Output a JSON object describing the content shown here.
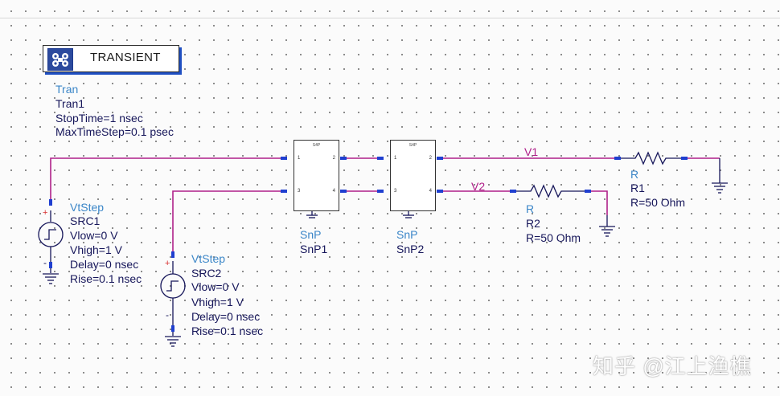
{
  "transient": {
    "title": "TRANSIENT",
    "type": "Tran",
    "name": "Tran1",
    "stop_time": "StopTime=1 nsec",
    "max_time_step": "MaxTimeStep=0.1 psec"
  },
  "sources": [
    {
      "type": "VtStep",
      "name": "SRC1",
      "vlow": "Vlow=0 V",
      "vhigh": "Vhigh=1 V",
      "delay": "Delay=0 nsec",
      "rise": "Rise=0.1 nsec",
      "plus": "+",
      "minus": "-"
    },
    {
      "type": "VtStep",
      "name": "SRC2",
      "vlow": "Vlow=0 V",
      "vhigh": "Vhigh=1 V",
      "delay": "Delay=0 nsec",
      "rise": "Rise=0.1 nsec",
      "plus": "+",
      "minus": "-"
    }
  ],
  "snp": [
    {
      "type": "SnP",
      "name": "SnP1",
      "header": "S4P",
      "pins": [
        "1",
        "2",
        "3",
        "4"
      ]
    },
    {
      "type": "SnP",
      "name": "SnP2",
      "header": "S4P",
      "pins": [
        "1",
        "2",
        "3",
        "4"
      ]
    }
  ],
  "resistors": [
    {
      "type": "R",
      "name": "R1",
      "value": "R=50 Ohm"
    },
    {
      "type": "R",
      "name": "R2",
      "value": "R=50 Ohm"
    }
  ],
  "wires": {
    "v1": "V1",
    "v2": "V2"
  },
  "watermark": "知乎 @江上渔樵",
  "colors": {
    "wire": "#b0208a",
    "label_blue": "#3b86c8",
    "text_dark": "#16165a",
    "pin": "#1f3fd0"
  }
}
